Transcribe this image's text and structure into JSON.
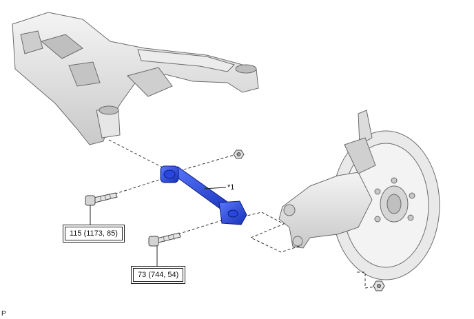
{
  "callouts": {
    "part_1": "*1"
  },
  "torques": {
    "upper_bolt": "115 (1173, 85)",
    "lower_bolt": "73 (744, 54)"
  },
  "corner_code": "P",
  "colors": {
    "highlight_part": "#1f3fd6",
    "line_art": "#3a3a3a",
    "part_shading": "#d9d9d9"
  }
}
